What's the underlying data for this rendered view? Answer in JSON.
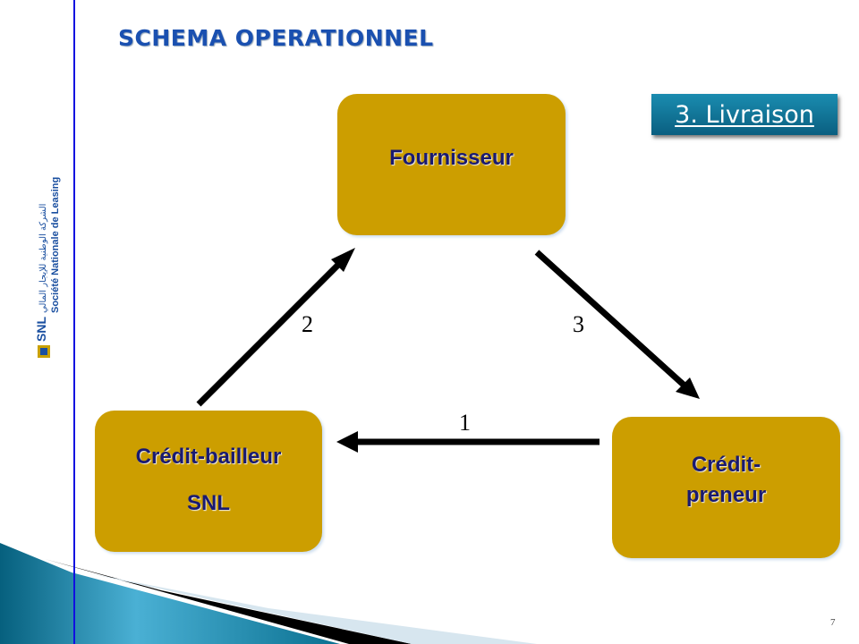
{
  "title": "SCHEMA OPERATIONNEL",
  "badge": "3. Livraison",
  "nodes": {
    "fournisseur": "Fournisseur",
    "bailleur_line1": "Crédit-bailleur",
    "bailleur_line2": "SNL",
    "preneur_line1": "Crédit-",
    "preneur_line2": "preneur"
  },
  "arrows": {
    "one": "1",
    "two": "2",
    "three": "3"
  },
  "logo": {
    "arabic": "الشركة الوطنية للإيجار المالي",
    "french": "Société Nationale de Leasing",
    "abbr": "SNL"
  },
  "page_number": "7",
  "colors": {
    "box": "#cc9e00",
    "text": "#1a1a70",
    "badge": "#0a5f80",
    "title": "#1a50b0"
  }
}
